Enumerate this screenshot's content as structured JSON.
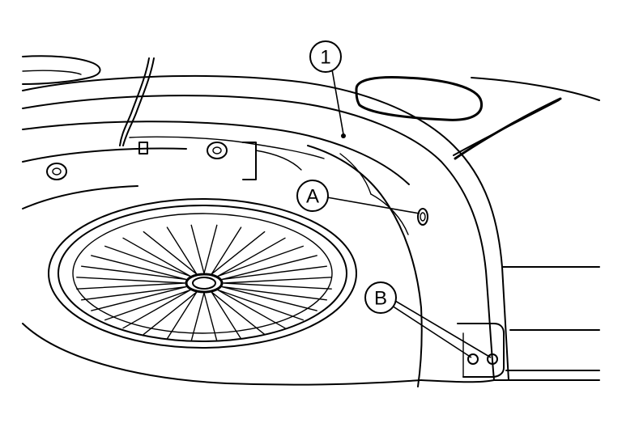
{
  "callouts": {
    "one": {
      "label": "1"
    },
    "a": {
      "label": "A"
    },
    "b": {
      "label": "B"
    }
  },
  "colors": {
    "line": "#000000",
    "background": "#ffffff"
  }
}
